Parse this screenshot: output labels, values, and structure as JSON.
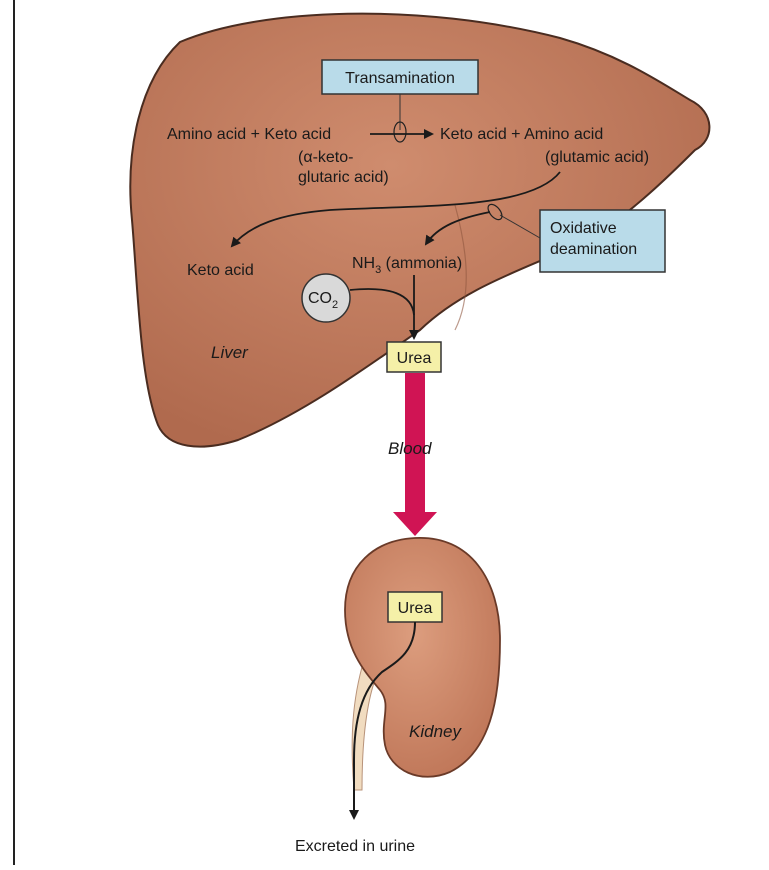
{
  "labels": {
    "transamination": "Transamination",
    "reaction_left": "Amino acid + Keto acid",
    "alpha_keto_line1": "(α-keto-",
    "alpha_keto_line2": "glutaric acid)",
    "reaction_right": "Keto acid + Amino acid",
    "glutamic": "(glutamic acid)",
    "oxidative_line1": "Oxidative",
    "oxidative_line2": "deamination",
    "keto_acid": "Keto acid",
    "nh3_prefix": "NH",
    "nh3_sub": "3",
    "nh3_suffix": " (ammonia)",
    "co2_prefix": "CO",
    "co2_sub": "2",
    "liver": "Liver",
    "urea_liver": "Urea",
    "blood": "Blood",
    "urea_kidney": "Urea",
    "kidney": "Kidney",
    "excreted": "Excreted in urine"
  },
  "colors": {
    "liver": "#c07a5c",
    "kidney": "#cf8b6c",
    "process_box": "#b9dbe9",
    "urea_box": "#f5f0a8",
    "blood_arrow": "#d01454",
    "ureter": "#f1dcc0"
  }
}
